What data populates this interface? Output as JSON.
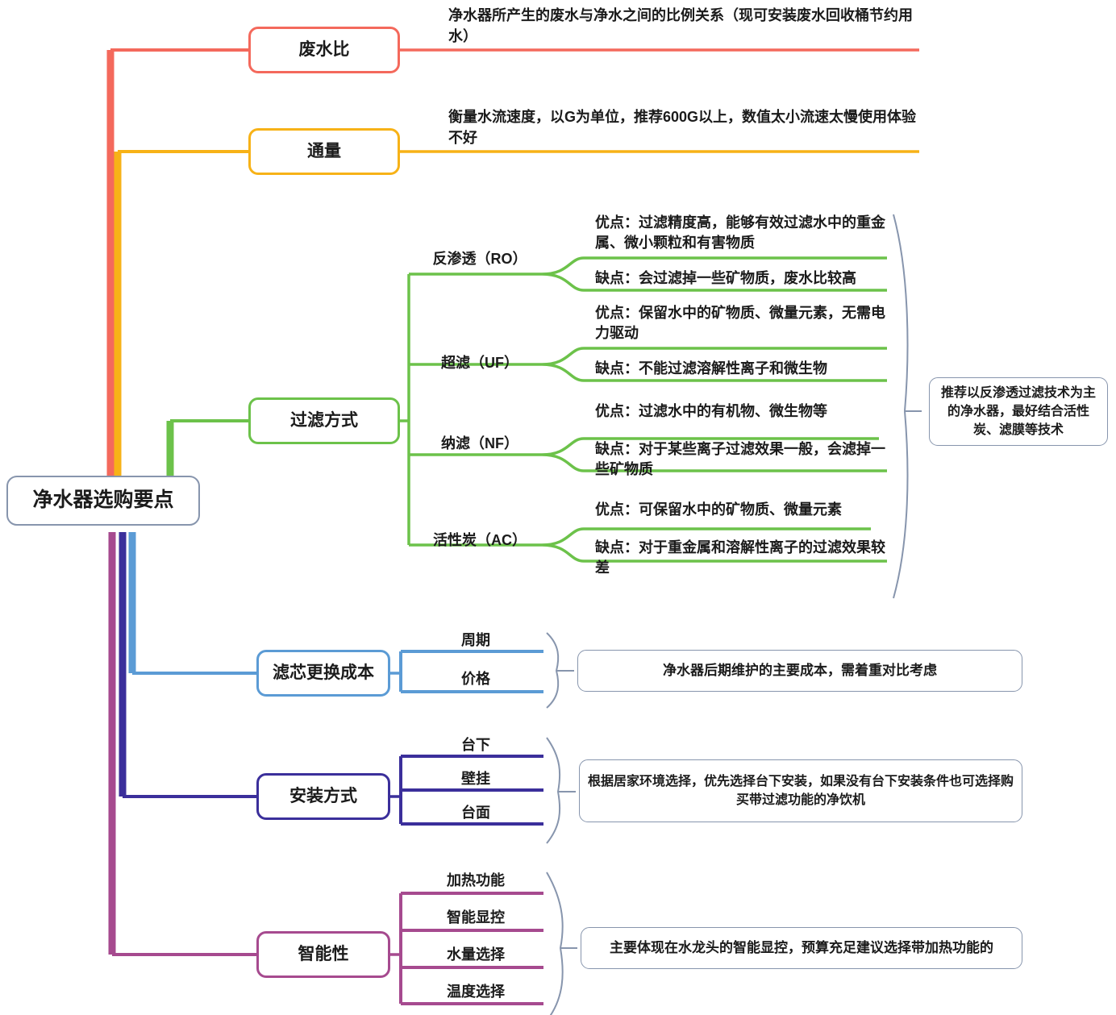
{
  "root": {
    "label": "净水器选购要点"
  },
  "colors": {
    "waste": "#f4695c",
    "flux": "#f7b217",
    "filter": "#6cc24a",
    "cartridge": "#5b9bd5",
    "install": "#3b2f9b",
    "smart": "#a64a8f",
    "neutral": "#8795ad"
  },
  "branches": [
    {
      "id": "waste-ratio",
      "label": "废水比",
      "note": "净水器所产生的废水与净水之间的比例关系（现可安装废水回收桶节约用水）"
    },
    {
      "id": "flux",
      "label": "通量",
      "note": "衡量水流速度，以G为单位，推荐600G以上，数值太小流速太慢使用体验不好"
    },
    {
      "id": "filter-method",
      "label": "过滤方式",
      "comment": "推荐以反渗透过滤技术为主的净水器，最好结合活性炭、滤膜等技术",
      "items": [
        {
          "label": "反渗透（RO）",
          "pros": "优点：过滤精度高，能够有效过滤水中的重金属、微小颗粒和有害物质",
          "cons": "缺点：会过滤掉一些矿物质，废水比较高"
        },
        {
          "label": "超滤（UF）",
          "pros": "优点：保留水中的矿物质、微量元素，无需电力驱动",
          "cons": "缺点：不能过滤溶解性离子和微生物"
        },
        {
          "label": "纳滤（NF）",
          "pros": "优点：过滤水中的有机物、微生物等",
          "cons": "缺点：对于某些离子过滤效果一般，会滤掉一些矿物质"
        },
        {
          "label": "活性炭（AC）",
          "pros": "优点：可保留水中的矿物质、微量元素",
          "cons": "缺点：对于重金属和溶解性离子的过滤效果较差"
        }
      ]
    },
    {
      "id": "cartridge-cost",
      "label": "滤芯更换成本",
      "comment": "净水器后期维护的主要成本，需着重对比考虑",
      "items": [
        {
          "label": "周期"
        },
        {
          "label": "价格"
        }
      ]
    },
    {
      "id": "install-method",
      "label": "安装方式",
      "comment": "根据居家环境选择，优先选择台下安装，如果没有台下安装条件也可选择购买带过滤功能的净饮机",
      "items": [
        {
          "label": "台下"
        },
        {
          "label": "壁挂"
        },
        {
          "label": "台面"
        }
      ]
    },
    {
      "id": "smart",
      "label": "智能性",
      "comment": "主要体现在水龙头的智能显控，预算充足建议选择带加热功能的",
      "items": [
        {
          "label": "加热功能"
        },
        {
          "label": "智能显控"
        },
        {
          "label": "水量选择"
        },
        {
          "label": "温度选择"
        }
      ]
    }
  ]
}
